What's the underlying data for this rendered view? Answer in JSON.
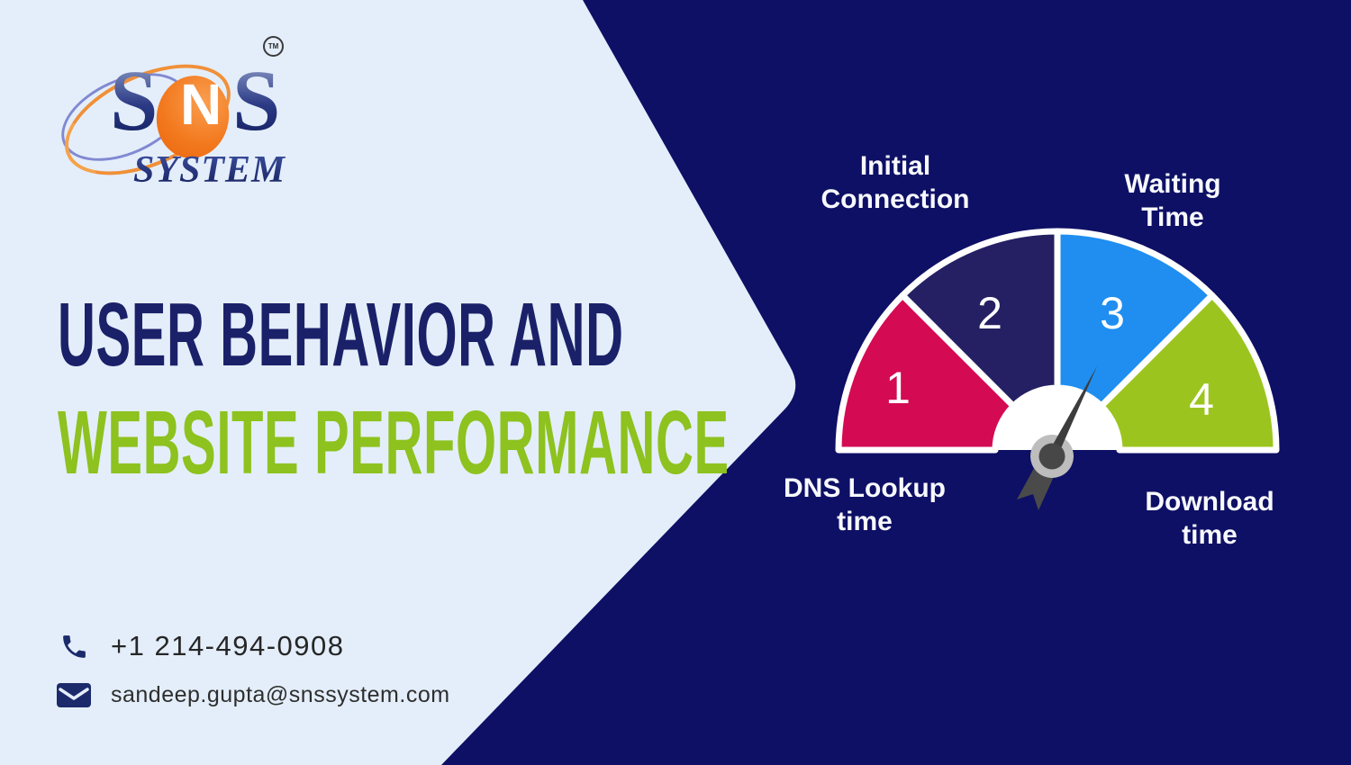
{
  "brand": {
    "logo_s1": "S",
    "logo_n": "N",
    "logo_s2": "S",
    "logo_subtext": "SYSTEM",
    "trademark": "TM"
  },
  "title": {
    "line1": "USER BEHAVIOR AND",
    "line2": "WEBSITE PERFORMANCE"
  },
  "contact": {
    "phone": "+1 214-494-0908",
    "email": "sandeep.gupta@snssystem.com"
  },
  "colors": {
    "background_navy": "#0e1065",
    "panel_light": "#e4eefa",
    "title_navy": "#1b2168",
    "title_green": "#8dc21f",
    "segment_crimson": "#d40a53",
    "segment_navy": "#252063",
    "segment_blue": "#1f8ef0",
    "segment_green": "#9bc51e",
    "gauge_hub_white": "#ffffff",
    "needle_dark": "#3d3d3d",
    "pivot_ring_gray": "#bdbdbd",
    "pivot_center_gray": "#474747",
    "contact_icon_navy": "#1b2a6b"
  },
  "chart_data": {
    "type": "gauge",
    "title": "",
    "orientation": "semicircle-up",
    "segments": [
      {
        "value": "1",
        "label": "DNS Lookup time",
        "label_lines": [
          "DNS Lookup",
          "time"
        ],
        "color": "#d40a53",
        "angle_start_deg": 180,
        "angle_end_deg": 135
      },
      {
        "value": "2",
        "label": "Initial Connection",
        "label_lines": [
          "Initial",
          "Connection"
        ],
        "color": "#252063",
        "angle_start_deg": 135,
        "angle_end_deg": 90
      },
      {
        "value": "3",
        "label": "Waiting Time",
        "label_lines": [
          "Waiting",
          "Time"
        ],
        "color": "#1f8ef0",
        "angle_start_deg": 90,
        "angle_end_deg": 45
      },
      {
        "value": "4",
        "label": "Download time",
        "label_lines": [
          "Download",
          "time"
        ],
        "color": "#9bc51e",
        "angle_start_deg": 45,
        "angle_end_deg": 0
      }
    ],
    "needle": {
      "points_to_segment": "3",
      "angle_deg": 63
    }
  }
}
